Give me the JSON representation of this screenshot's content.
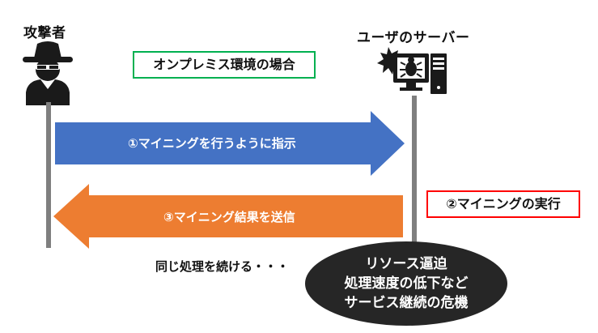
{
  "attacker": {
    "label": "攻撃者",
    "icon": "hacker-icon"
  },
  "server": {
    "label": "ユーザのサーバー",
    "icon": "infected-server-icon"
  },
  "scenario_label": "オンプレミス環境の場合",
  "messages": [
    {
      "text": "①マイニングを行うように指示",
      "color": "#4472c4",
      "direction": "right"
    },
    {
      "text": "③マイニング結果を送信",
      "color": "#ed7d31",
      "direction": "left"
    }
  ],
  "execution_label": "②マイニングの実行",
  "loop_text": "同じ処理を続ける・・・",
  "impact": {
    "line1": "リソース逼迫",
    "line2": "処理速度の低下など",
    "line3": "サービス継続の危機"
  },
  "colors": {
    "scenario_border": "#00b050",
    "execution_border": "#ff0000",
    "impact_fill": "#262626",
    "lifeline": "#7f7f7f"
  }
}
